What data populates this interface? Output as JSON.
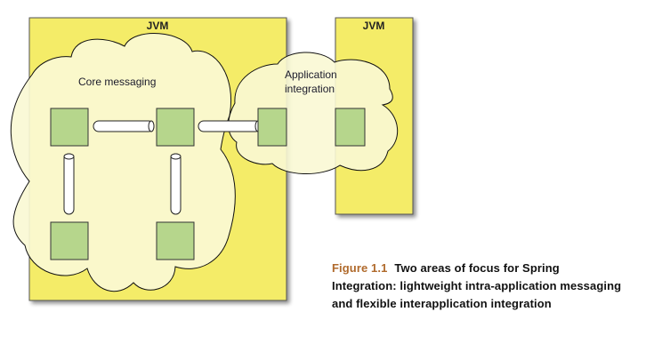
{
  "diagram": {
    "containers": [
      {
        "id": "jvm-left",
        "label": "JVM"
      },
      {
        "id": "jvm-right",
        "label": "JVM"
      }
    ],
    "regions": [
      {
        "id": "core-messaging",
        "label": "Core messaging"
      },
      {
        "id": "application-integration",
        "label_line1": "Application",
        "label_line2": "integration"
      }
    ],
    "nodes": [
      "endpoint-1",
      "endpoint-2",
      "endpoint-3",
      "endpoint-4",
      "endpoint-5",
      "endpoint-6"
    ],
    "channels": [
      {
        "from": "endpoint-1",
        "to": "endpoint-2"
      },
      {
        "from": "endpoint-2",
        "to": "endpoint-5"
      },
      {
        "from": "endpoint-1",
        "to": "endpoint-3"
      },
      {
        "from": "endpoint-2",
        "to": "endpoint-4"
      }
    ],
    "colors": {
      "jvm_fill": "#f4ec68",
      "cloud_fill": "#faf8d4",
      "node_fill": "#b6d68c",
      "caption_accent": "#b06a2c"
    }
  },
  "caption": {
    "figure_label": "Figure 1.1",
    "text_line1": "Two areas of focus for Spring",
    "text_line2": "Integration: lightweight intra-application messaging",
    "text_line3": "and flexible interapplication integration"
  }
}
